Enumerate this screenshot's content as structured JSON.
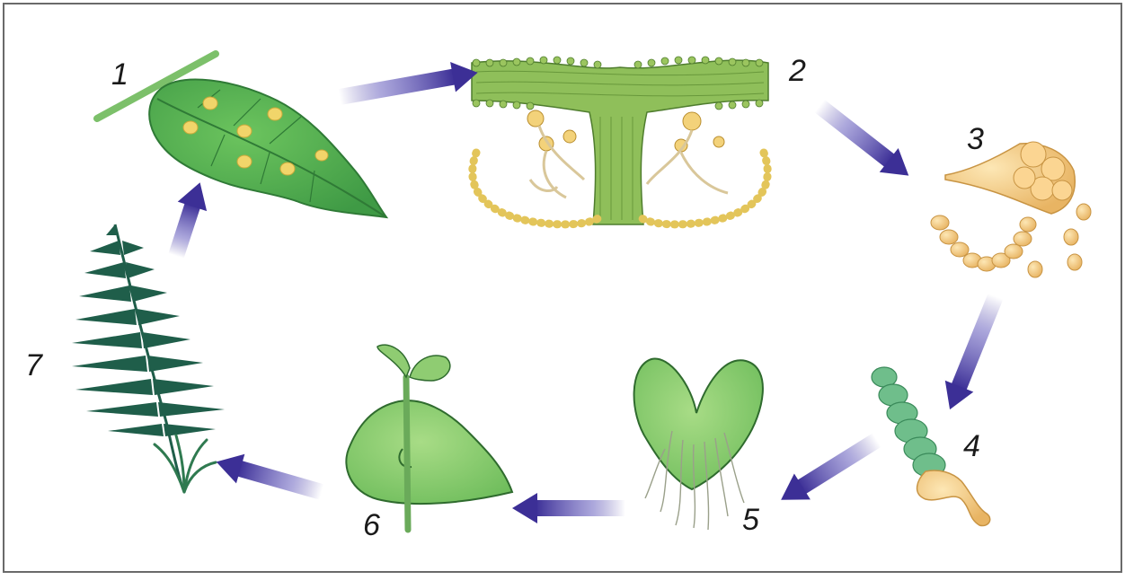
{
  "diagram": {
    "stage_labels": [
      "1",
      "2",
      "3",
      "4",
      "5",
      "6",
      "7"
    ],
    "stages": [
      {
        "number": "1",
        "icon": "leaf-with-sori-icon"
      },
      {
        "number": "2",
        "icon": "sorus-cross-section-icon"
      },
      {
        "number": "3",
        "icon": "sporangium-releasing-spores-icon"
      },
      {
        "number": "4",
        "icon": "germinating-spore-filament-icon"
      },
      {
        "number": "5",
        "icon": "heart-shaped-prothallus-icon"
      },
      {
        "number": "6",
        "icon": "prothallus-with-young-sporophyte-icon"
      },
      {
        "number": "7",
        "icon": "mature-fern-frond-icon"
      }
    ],
    "colors": {
      "leaf_green": "#4fae4a",
      "dark_frond": "#1f5e4a",
      "sorus_yellow": "#f1d56a",
      "spore_orange": "#f5c57a",
      "prothallus_green": "#8ccc6e",
      "arrow_blue": "#4a3fa0",
      "frame": "#555555"
    }
  }
}
